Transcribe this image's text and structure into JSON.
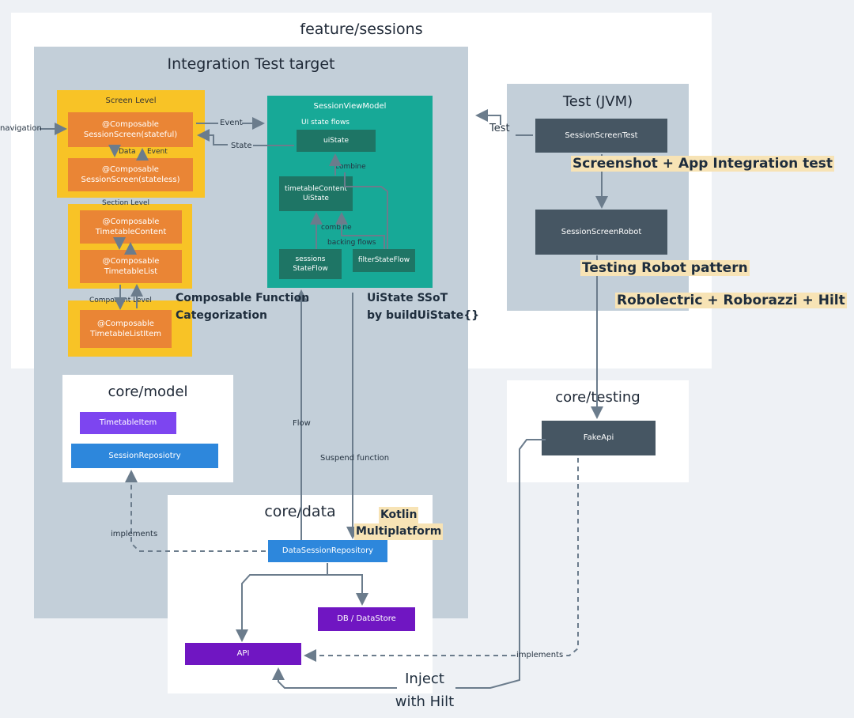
{
  "feature_sessions": {
    "title": "feature/sessions"
  },
  "integration": {
    "title": "Integration Test target"
  },
  "screen_level": {
    "title": "Screen Level",
    "stateful": {
      "line1": "@Composable",
      "line2": "SessionScreen(stateful)"
    },
    "stateless": {
      "line1": "@Composable",
      "line2": "SessionScreen(stateless)"
    }
  },
  "section_level": {
    "title": "Section Level",
    "content": {
      "line1": "@Composable",
      "line2": "TimetableContent"
    },
    "list": {
      "line1": "@Composable",
      "line2": "TimetableList"
    }
  },
  "component_level": {
    "title": "Component Level",
    "item": {
      "line1": "@Composable",
      "line2": "TimetableListItem"
    }
  },
  "composable_categorization": {
    "line1": "Composable Function",
    "line2": "Categorization"
  },
  "viewmodel": {
    "title": "SessionViewModel",
    "ui_state_flows": "UI state flows",
    "ui_state": "uiState",
    "combine1": "combine",
    "timetable_state": {
      "line1": "timetableContent",
      "line2": "UiState"
    },
    "combine2": "combine",
    "backing_flows": "backing flows",
    "sessions_flow": {
      "line1": "sessions",
      "line2": "StateFlow"
    },
    "filter_flow": "filterStateFlow"
  },
  "uistate_ssot": {
    "line1": "UiState SSoT",
    "line2": "by buildUiState{}"
  },
  "edges": {
    "navigation": "navigation",
    "event": "Event",
    "state": "State",
    "data": "Data",
    "event2": "Event",
    "test": "Test",
    "flow": "Flow",
    "suspend": "Suspend function",
    "implements1": "implements",
    "implements2": "implements"
  },
  "test_jvm": {
    "title": "Test (JVM)",
    "screen_test": "SessionScreenTest",
    "robot": "SessionScreenRobot"
  },
  "highlights": {
    "screenshot": "Screenshot + App Integration test",
    "robot_pattern": "Testing Robot pattern",
    "robolectric": "Robolectric + Roborazzi + Hilt",
    "kotlin_mp": {
      "line1": "Kotlin",
      "line2": "Multiplatform"
    }
  },
  "core_model": {
    "title": "core/model",
    "item": "TimetableItem",
    "repo": "SessionRepository_label",
    "repo_label": "SessionReposiotry"
  },
  "core_testing": {
    "title": "core/testing",
    "fake": "FakeApi"
  },
  "core_data": {
    "title": "core/data",
    "repo": "DataSessionRepository",
    "db": "DB / DataStore",
    "api": "API"
  },
  "inject": {
    "line1": "Inject",
    "line2": "with Hilt"
  },
  "colors": {
    "orange": "#ea8535",
    "yellow": "#f8c326",
    "teal": "#17a997",
    "dark_teal": "#1e7565",
    "slate": "#465663",
    "purple": "#7d45f0",
    "blue": "#2d87dc",
    "violet": "#7016c2",
    "highlight": "#f7e3b5"
  }
}
